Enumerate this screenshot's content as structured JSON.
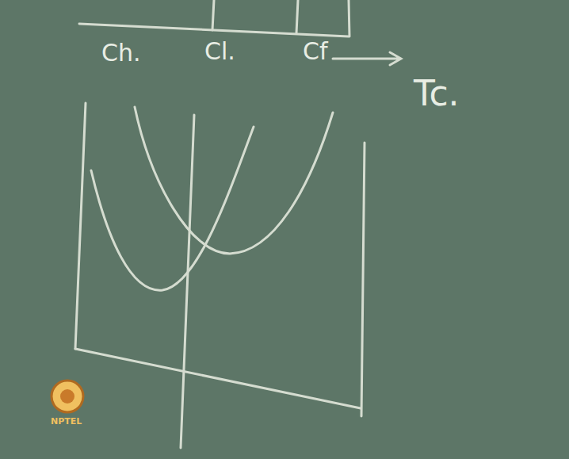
{
  "diagram": {
    "labels": [
      "Ch.",
      "Cl.",
      "Cf",
      "Tc.",
      "NPTEL"
    ]
  }
}
